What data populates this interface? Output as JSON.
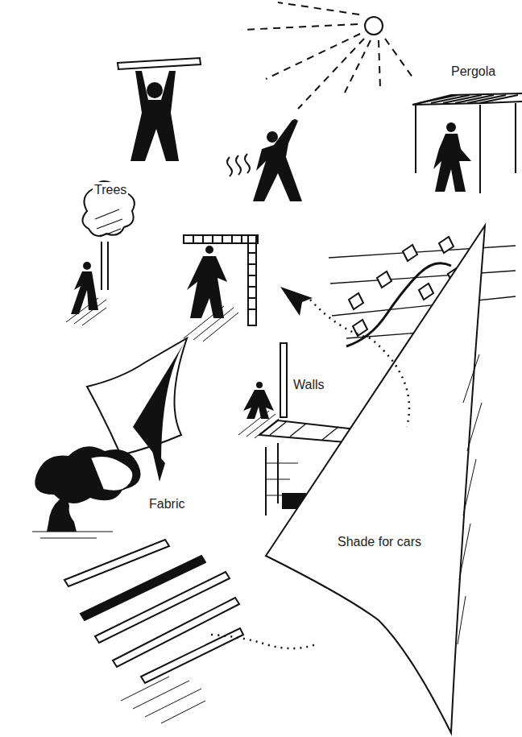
{
  "diagram": {
    "labels": [
      "Pergola",
      "Trees",
      "Walls",
      "Fabric",
      "Shade for cars"
    ]
  }
}
